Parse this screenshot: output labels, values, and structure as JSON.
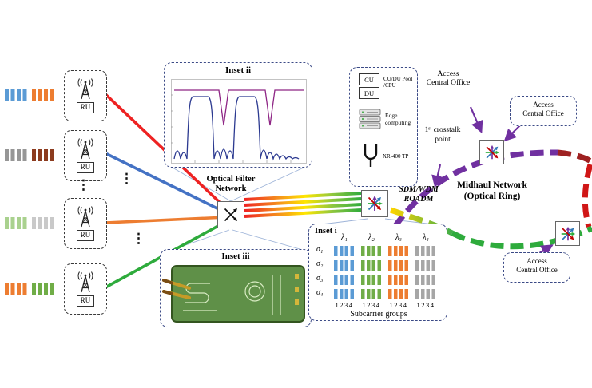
{
  "palette": {
    "fan_red": "#ee2222",
    "fan_blue": "#4472c4",
    "fan_orange": "#ed7d31",
    "fan_green": "#2eab3c",
    "ring_purple": "#7030a0",
    "ring_maroon": "#9e2121",
    "ring_green": "#2eab3c",
    "ring_red": "#d01616",
    "arrow_purple": "#7030a0",
    "spectrum_blue": "#5b9bd5",
    "spectrum_orange": "#ed7d31",
    "spectrum_gray": "#969696",
    "spectrum_brown": "#8c3b1e",
    "spectrum_light_green": "#a9d18e",
    "spectrum_light_gray": "#c9c9c9",
    "spectrum_green": "#70ad47",
    "spectrum_col_gray": "#a6a6a6"
  },
  "left": {
    "ellipsis": "⋮",
    "units": [
      {
        "label": "RU"
      },
      {
        "label": "RU"
      },
      {
        "label": "RU"
      },
      {
        "label": "RU"
      }
    ]
  },
  "center": {
    "filter_label": "Optical Filter Network",
    "roadm_line1": "SDM/WDM",
    "roadm_line2": "ROADM"
  },
  "midhaul": {
    "line1": "Midhaul Network",
    "line2": "(Optical Ring)"
  },
  "aco": {
    "line1": "Access",
    "line2": "Central Office"
  },
  "crosstalk_label": "1ˢᵗ crosstalk point",
  "cu_du": {
    "cu": "CU",
    "du": "DU",
    "pool_label": "CU/DU Pool /CPU",
    "edge_label": "Edge computing",
    "tp_label": "XR-400 TP"
  },
  "insets": {
    "ii": {
      "title": "Inset ii"
    },
    "iii": {
      "title": "Inset iii"
    },
    "i": {
      "title": "Inset i",
      "lambdas": [
        "λ₁",
        "λ₂",
        "λ₃",
        "λ₄"
      ],
      "sigmas": [
        "σ₁",
        "σ₂",
        "σ₃",
        "σ₄"
      ],
      "indices": [
        "1234",
        "1234",
        "1234",
        "1234"
      ],
      "caption": "Subcarrier groups"
    }
  }
}
